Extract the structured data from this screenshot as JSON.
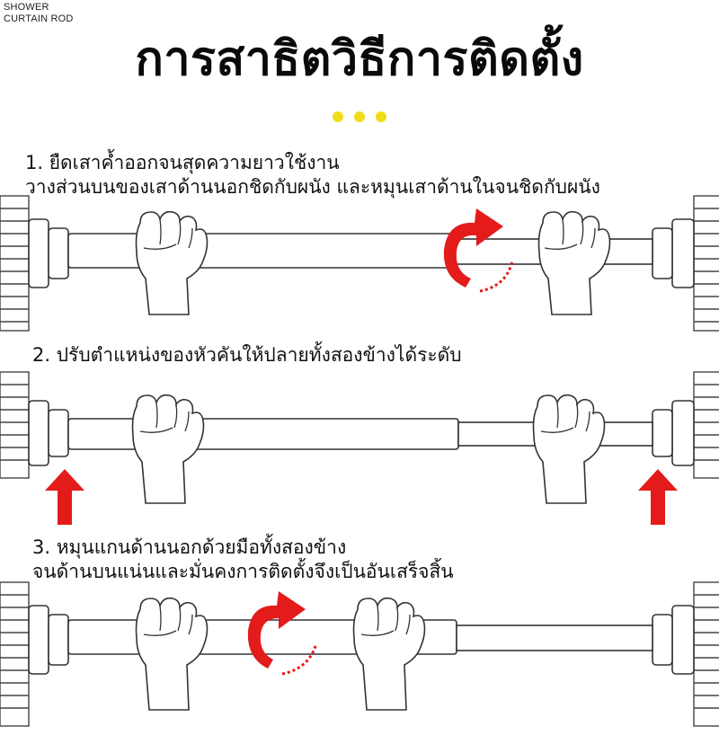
{
  "brand": {
    "line1": "SHOWER",
    "line2": "CURTAIN ROD"
  },
  "title": "การสาธิตวิธีการติดตั้ง",
  "accent_color": "#f2dc1a",
  "arrow_color": "#e41b1b",
  "steps": [
    {
      "line1": "1. ยืดเสาค้ำออกจนสุดความยาวใช้งาน",
      "line2": "วางส่วนบนของเสาด้านนอกชิดกับผนัง และหมุนเสาด้านในจนชิดกับผนัง",
      "icon": "rotate-arrow-icon"
    },
    {
      "line1": "2. ปรับตำแหน่งของหัวคันให้ปลายทั้งสองข้างได้ระดับ",
      "icon": "up-arrow-icon"
    },
    {
      "line1": "3. หมุนแกนด้านนอกด้วยมือทั้งสองข้าง",
      "line2": "จนด้านบนแน่นและมั่นคงการติดตั้งจึงเป็นอันเสร็จสิ้น",
      "icon": "rotate-arrow-icon"
    }
  ]
}
